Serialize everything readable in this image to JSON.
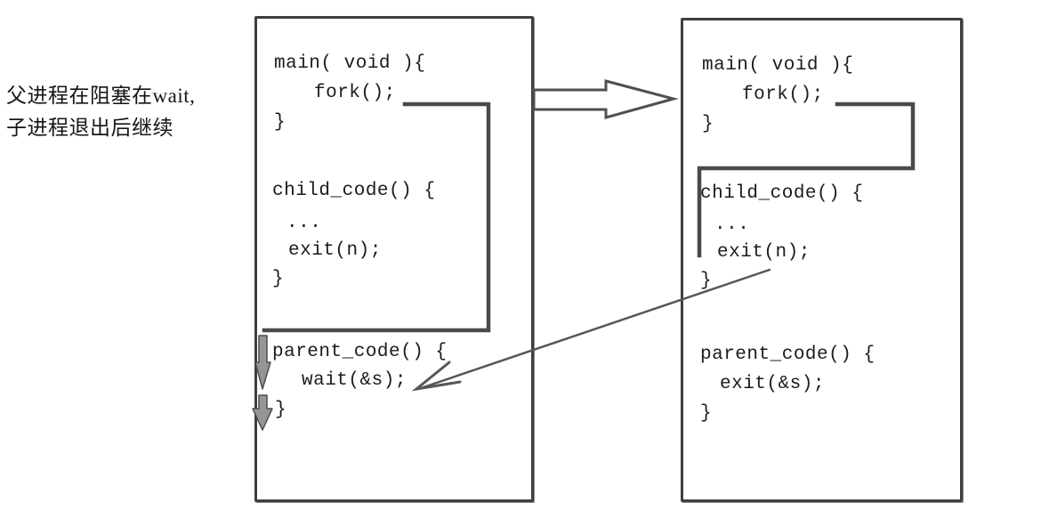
{
  "annotation": {
    "line1": "父进程在阻塞在wait,",
    "line2": "子进程退出后继续"
  },
  "left_box": {
    "code": [
      "main( void ){",
      "fork();",
      "}",
      "child_code() {",
      "...",
      "exit(n);",
      "}",
      "parent_code() {",
      "wait(&s);",
      "}"
    ]
  },
  "right_box": {
    "code": [
      "main( void ){",
      "fork();",
      "}",
      "child_code() {",
      "...",
      "exit(n);",
      "}",
      "parent_code() {",
      "exit(&s);",
      "}"
    ]
  },
  "icons": {
    "flow_arrow": "big-right-arrow",
    "return_arrow": "exit-to-wait-arrow",
    "continue_arrows": "parent-continue-down-arrows"
  },
  "colors": {
    "stroke": "#4a4a4a",
    "box_border": "#3f3f3f",
    "text": "#1c1c1c",
    "background": "#ffffff",
    "arrow_fill": "#969696"
  }
}
